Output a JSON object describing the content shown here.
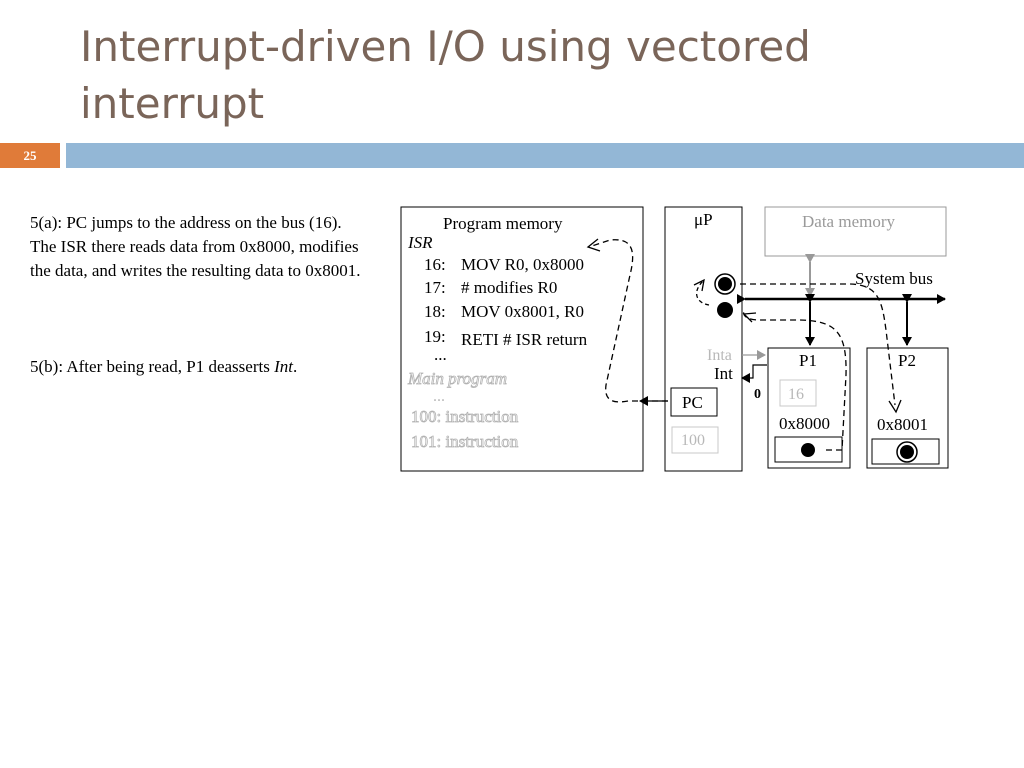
{
  "slide": {
    "title": "Interrupt-driven I/O using vectored interrupt",
    "number": "25"
  },
  "text": {
    "step_5a": "5(a): PC jumps to the address on the bus (16).  The ISR there reads data from 0x8000, modifies the data, and writes the resulting data to 0x8001.",
    "step_5b_prefix": "5(b): After being read, P1 deasserts ",
    "step_5b_emph": "Int",
    "step_5b_suffix": "."
  },
  "diagram": {
    "program_memory": {
      "title": "Program memory",
      "isr_label": "ISR",
      "isr_lines": [
        {
          "addr": "16:",
          "instr": "MOV R0, 0x8000"
        },
        {
          "addr": "17:",
          "instr": "# modifies R0"
        },
        {
          "addr": "18:",
          "instr": "MOV 0x8001, R0"
        },
        {
          "addr": "19:",
          "instr": "RETI  # ISR return"
        }
      ],
      "ellipsis_isr": "...",
      "main_label": "Main program",
      "ellipsis_main": "...",
      "main_lines": [
        "100:  instruction",
        "101:  instruction"
      ]
    },
    "cpu": {
      "label": "μP",
      "pc_label": "PC",
      "pc_value": "100"
    },
    "data_memory": {
      "label": "Data memory"
    },
    "system_bus": {
      "label": "System bus"
    },
    "signals": {
      "inta": "Inta",
      "int": "Int",
      "int_value": "0"
    },
    "p1": {
      "label": "P1",
      "vector": "16",
      "address": "0x8000"
    },
    "p2": {
      "label": "P2",
      "address": "0x8001"
    }
  },
  "colors": {
    "title": "#7a6559",
    "slide_number_bg": "#e07b39",
    "title_bar": "#93b7d6",
    "faded": "#b8b8b8"
  }
}
